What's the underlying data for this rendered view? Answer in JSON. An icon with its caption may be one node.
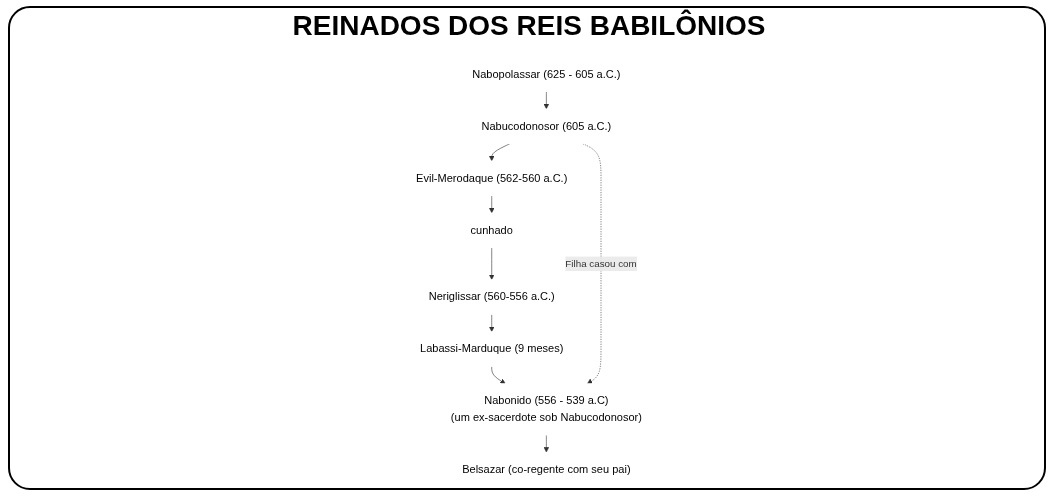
{
  "diagram": {
    "title": "REINADOS DOS REIS BABILÔNIOS",
    "nodes": [
      {
        "text": [
          "Nabopolassar (625 - 605 a.C.)"
        ]
      },
      {
        "text": [
          "Nabucodonosor (605 a.C.)"
        ]
      },
      {
        "text": [
          "Evil-Merodaque (562-560 a.C.)"
        ]
      },
      {
        "text": [
          "cunhado"
        ]
      },
      {
        "text": [
          "Neriglissar (560-556 a.C.)"
        ]
      },
      {
        "text": [
          "Labassi-Marduque (9 meses)"
        ]
      },
      {
        "text": [
          "Nabonido (556 - 539 a.C)",
          "(um ex-sacerdote sob Nabucodonosor)"
        ]
      },
      {
        "text": [
          "Belsazar (co-regente com seu pai)"
        ]
      }
    ],
    "edges": [
      {
        "from": 0,
        "to": 1,
        "arrow": "to"
      },
      {
        "from": 1,
        "to": 2,
        "arrow": "to"
      },
      {
        "from": 2,
        "to": 3,
        "arrow": "to"
      },
      {
        "from": 3,
        "to": 4,
        "arrow": "to"
      },
      {
        "from": 4,
        "to": 5,
        "arrow": "to"
      },
      {
        "from": 5,
        "to": 6,
        "arrow": "to"
      },
      {
        "from": 6,
        "to": 7,
        "arrow": "to"
      },
      {
        "from": 1,
        "to": 6,
        "arrow": "to",
        "label": "Filha casou com",
        "style": "dashed"
      }
    ]
  }
}
